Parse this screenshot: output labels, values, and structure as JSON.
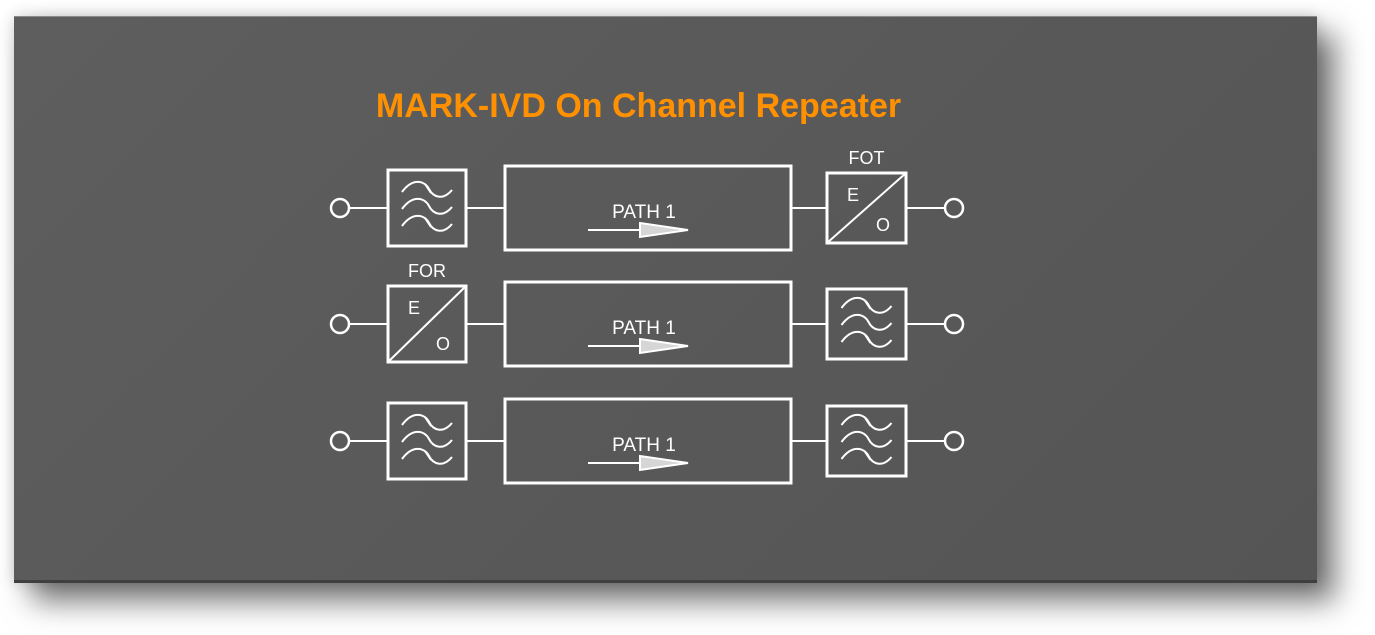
{
  "title": "MARK-IVD On Channel Repeater",
  "colors": {
    "title": "#ff9000",
    "panel": "#5a5a5a",
    "stroke": "#ffffff"
  },
  "rows": [
    {
      "left_block": {
        "type": "filter",
        "label": ""
      },
      "path": {
        "label": "PATH 1"
      },
      "right_block": {
        "type": "converter",
        "label": "FOT",
        "top_letter": "E",
        "bottom_letter": "O"
      }
    },
    {
      "left_block": {
        "type": "converter",
        "label": "FOR",
        "top_letter": "E",
        "bottom_letter": "O"
      },
      "path": {
        "label": "PATH 1"
      },
      "right_block": {
        "type": "filter",
        "label": ""
      }
    },
    {
      "left_block": {
        "type": "filter",
        "label": ""
      },
      "path": {
        "label": "PATH 1"
      },
      "right_block": {
        "type": "filter",
        "label": ""
      }
    }
  ]
}
